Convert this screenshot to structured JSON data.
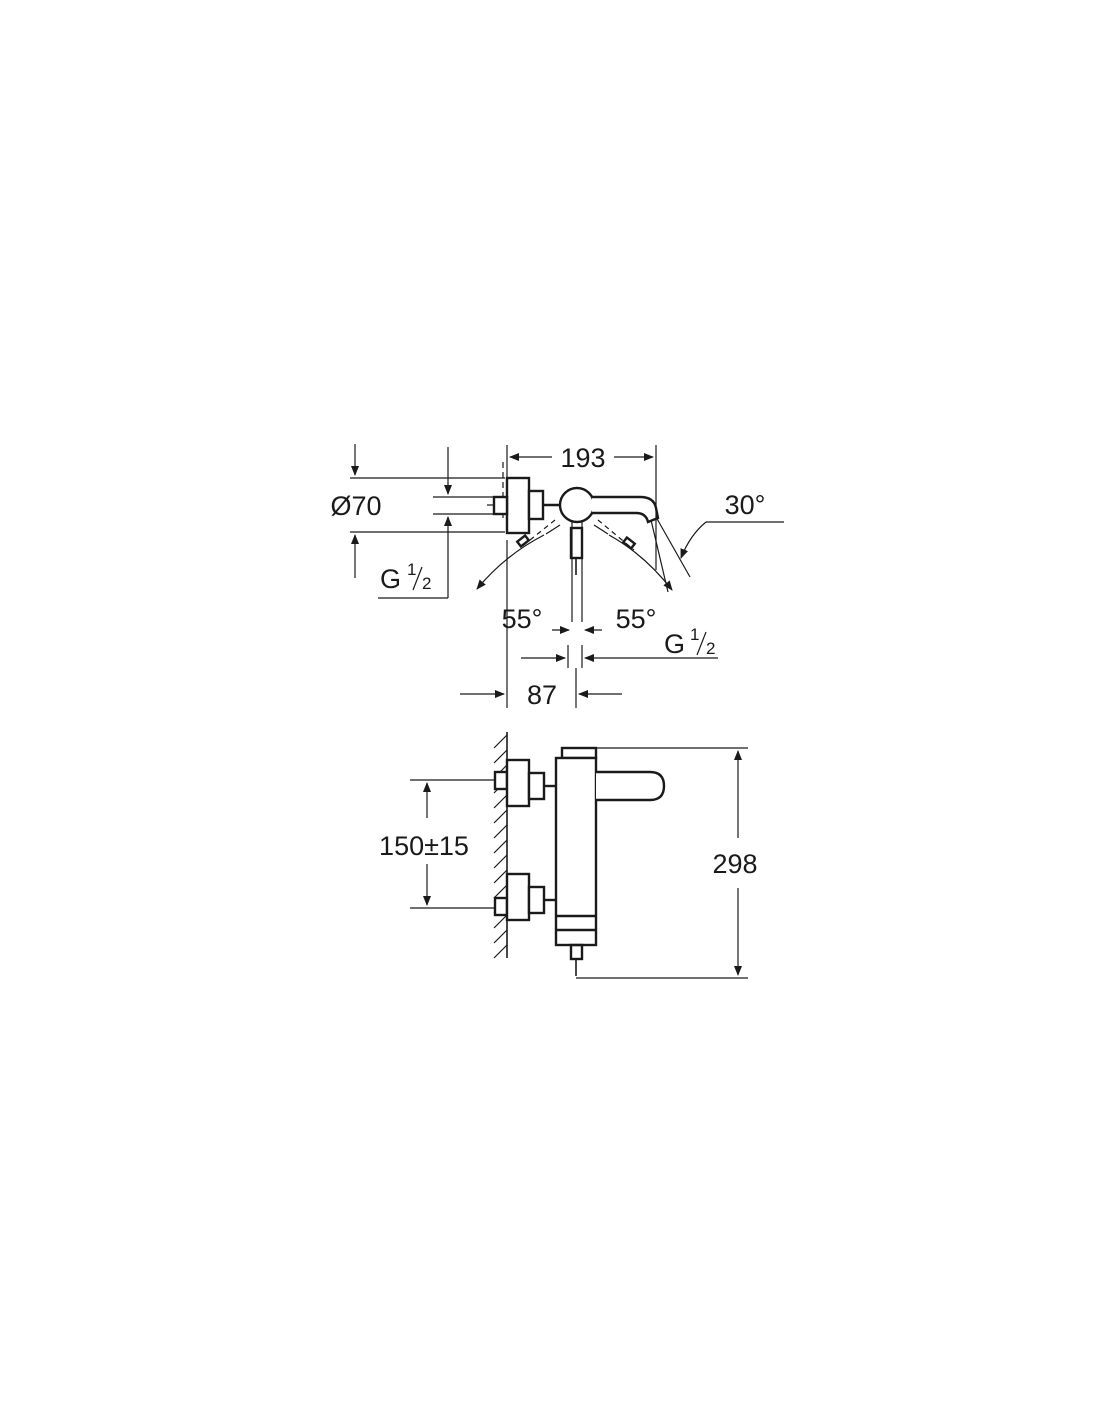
{
  "dimensions": {
    "spout_reach": "193",
    "rosette_diameter": "Ø70",
    "spout_angle": "30°",
    "inlet_thread_left": {
      "letter": "G",
      "num": "1",
      "den": "2"
    },
    "inlet_thread_bottom": {
      "letter": "G",
      "num": "1",
      "den": "2"
    },
    "swivel_left": "55°",
    "swivel_right": "55°",
    "outlet_offset": "87",
    "inlet_spacing": "150±15",
    "total_height": "298"
  }
}
